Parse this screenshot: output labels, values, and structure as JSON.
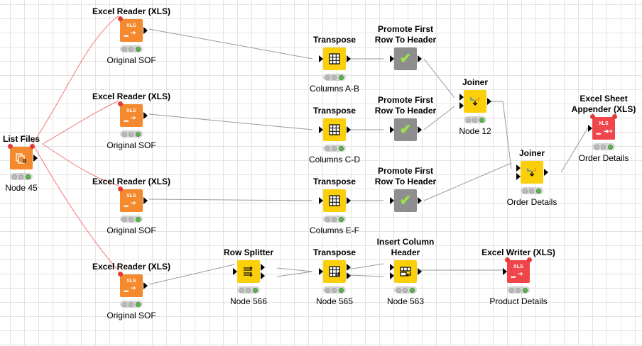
{
  "nodes": {
    "list_files": {
      "title": "List Files",
      "label": "Node 45",
      "color": "#f5892e"
    },
    "excel_reader_1": {
      "title": "Excel Reader (XLS)",
      "label": "Original SOF",
      "icon_text": "XLS",
      "color": "#f5892e"
    },
    "excel_reader_2": {
      "title": "Excel Reader (XLS)",
      "label": "Original SOF",
      "icon_text": "XLS",
      "color": "#f5892e"
    },
    "excel_reader_3": {
      "title": "Excel Reader (XLS)",
      "label": "Original SOF",
      "icon_text": "XLS",
      "color": "#f5892e"
    },
    "excel_reader_4": {
      "title": "Excel Reader (XLS)",
      "label": "Original SOF",
      "icon_text": "XLS",
      "color": "#f5892e"
    },
    "transpose_1": {
      "title": "Transpose",
      "label": "Columns A-B",
      "color": "#fbd00a"
    },
    "transpose_2": {
      "title": "Transpose",
      "label": "Columns C-D",
      "color": "#fbd00a"
    },
    "transpose_3": {
      "title": "Transpose",
      "label": "Columns E-F",
      "color": "#fbd00a"
    },
    "transpose_4": {
      "title": "Transpose",
      "label": "Node 565",
      "color": "#fbd00a"
    },
    "promote_1": {
      "title_line1": "Promote First",
      "title_line2": "Row To Header",
      "color": "#8e8e8e"
    },
    "promote_2": {
      "title_line1": "Promote First",
      "title_line2": "Row To Header",
      "color": "#8e8e8e"
    },
    "promote_3": {
      "title_line1": "Promote First",
      "title_line2": "Row To Header",
      "color": "#8e8e8e"
    },
    "joiner_1": {
      "title": "Joiner",
      "label": "Node 12",
      "color": "#fbd00a"
    },
    "joiner_2": {
      "title": "Joiner",
      "label": "Order Details",
      "color": "#fbd00a"
    },
    "sheet_appender": {
      "title_line1": "Excel Sheet",
      "title_line2": "Appender (XLS)",
      "label": "Order Details",
      "icon_text": "XLS",
      "color": "#f0464b"
    },
    "row_splitter": {
      "title": "Row Splitter",
      "label": "Node 566",
      "color": "#fbd00a"
    },
    "insert_column_header": {
      "title_line1": "Insert Column",
      "title_line2": "Header",
      "label": "Node 563",
      "color": "#fbd00a"
    },
    "excel_writer": {
      "title": "Excel Writer (XLS)",
      "label": "Product Details",
      "icon_text": "XLS",
      "color": "#f0464b"
    }
  },
  "colors": {
    "data_link": "#9a9a9a",
    "flow_link": "#f07a7a",
    "grid": "#e3e3e3"
  }
}
